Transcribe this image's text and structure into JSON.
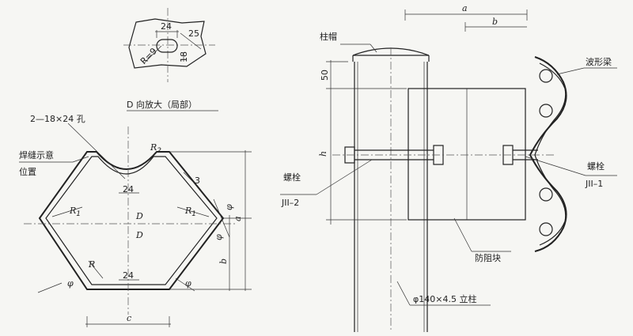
{
  "labels": {
    "dim_24_top": "24",
    "dim_25": "25",
    "dim_r9": "R=9",
    "dim_18": "18",
    "d_view_title": "D 向放大（局部）",
    "hole_note": "2—18×24 孔",
    "weld_note_l1": "焊缝示意",
    "weld_note_l2": "位置",
    "r2_label": "R",
    "r2_sub": "2",
    "r1_left": "R",
    "r1_left_sub": "1",
    "r1_right": "R",
    "r1_right_sub": "1",
    "r_bottom": "R",
    "d_upper": "D",
    "d_lower": "D",
    "dim_24_mid": "24",
    "dim_24_bottom": "24",
    "dim_3": "3",
    "dim_a_left": "a",
    "dim_b_left": "b",
    "dim_c": "c",
    "phi_left": "φ",
    "phi_right": "φ",
    "phi_r1": "φ",
    "phi_r2": "φ",
    "dim_a_top": "a",
    "dim_b_top": "b",
    "cap_label": "柱帽",
    "dim_50": "50",
    "dim_h": "h",
    "beam_label": "波形梁",
    "bolt_left_l1": "螺栓",
    "bolt_left_l2": "JII–2",
    "bolt_right_l1": "螺栓",
    "bolt_right_l2": "JII–1",
    "block_label": "防阻块",
    "post_label": "φ140×4.5 立柱"
  }
}
